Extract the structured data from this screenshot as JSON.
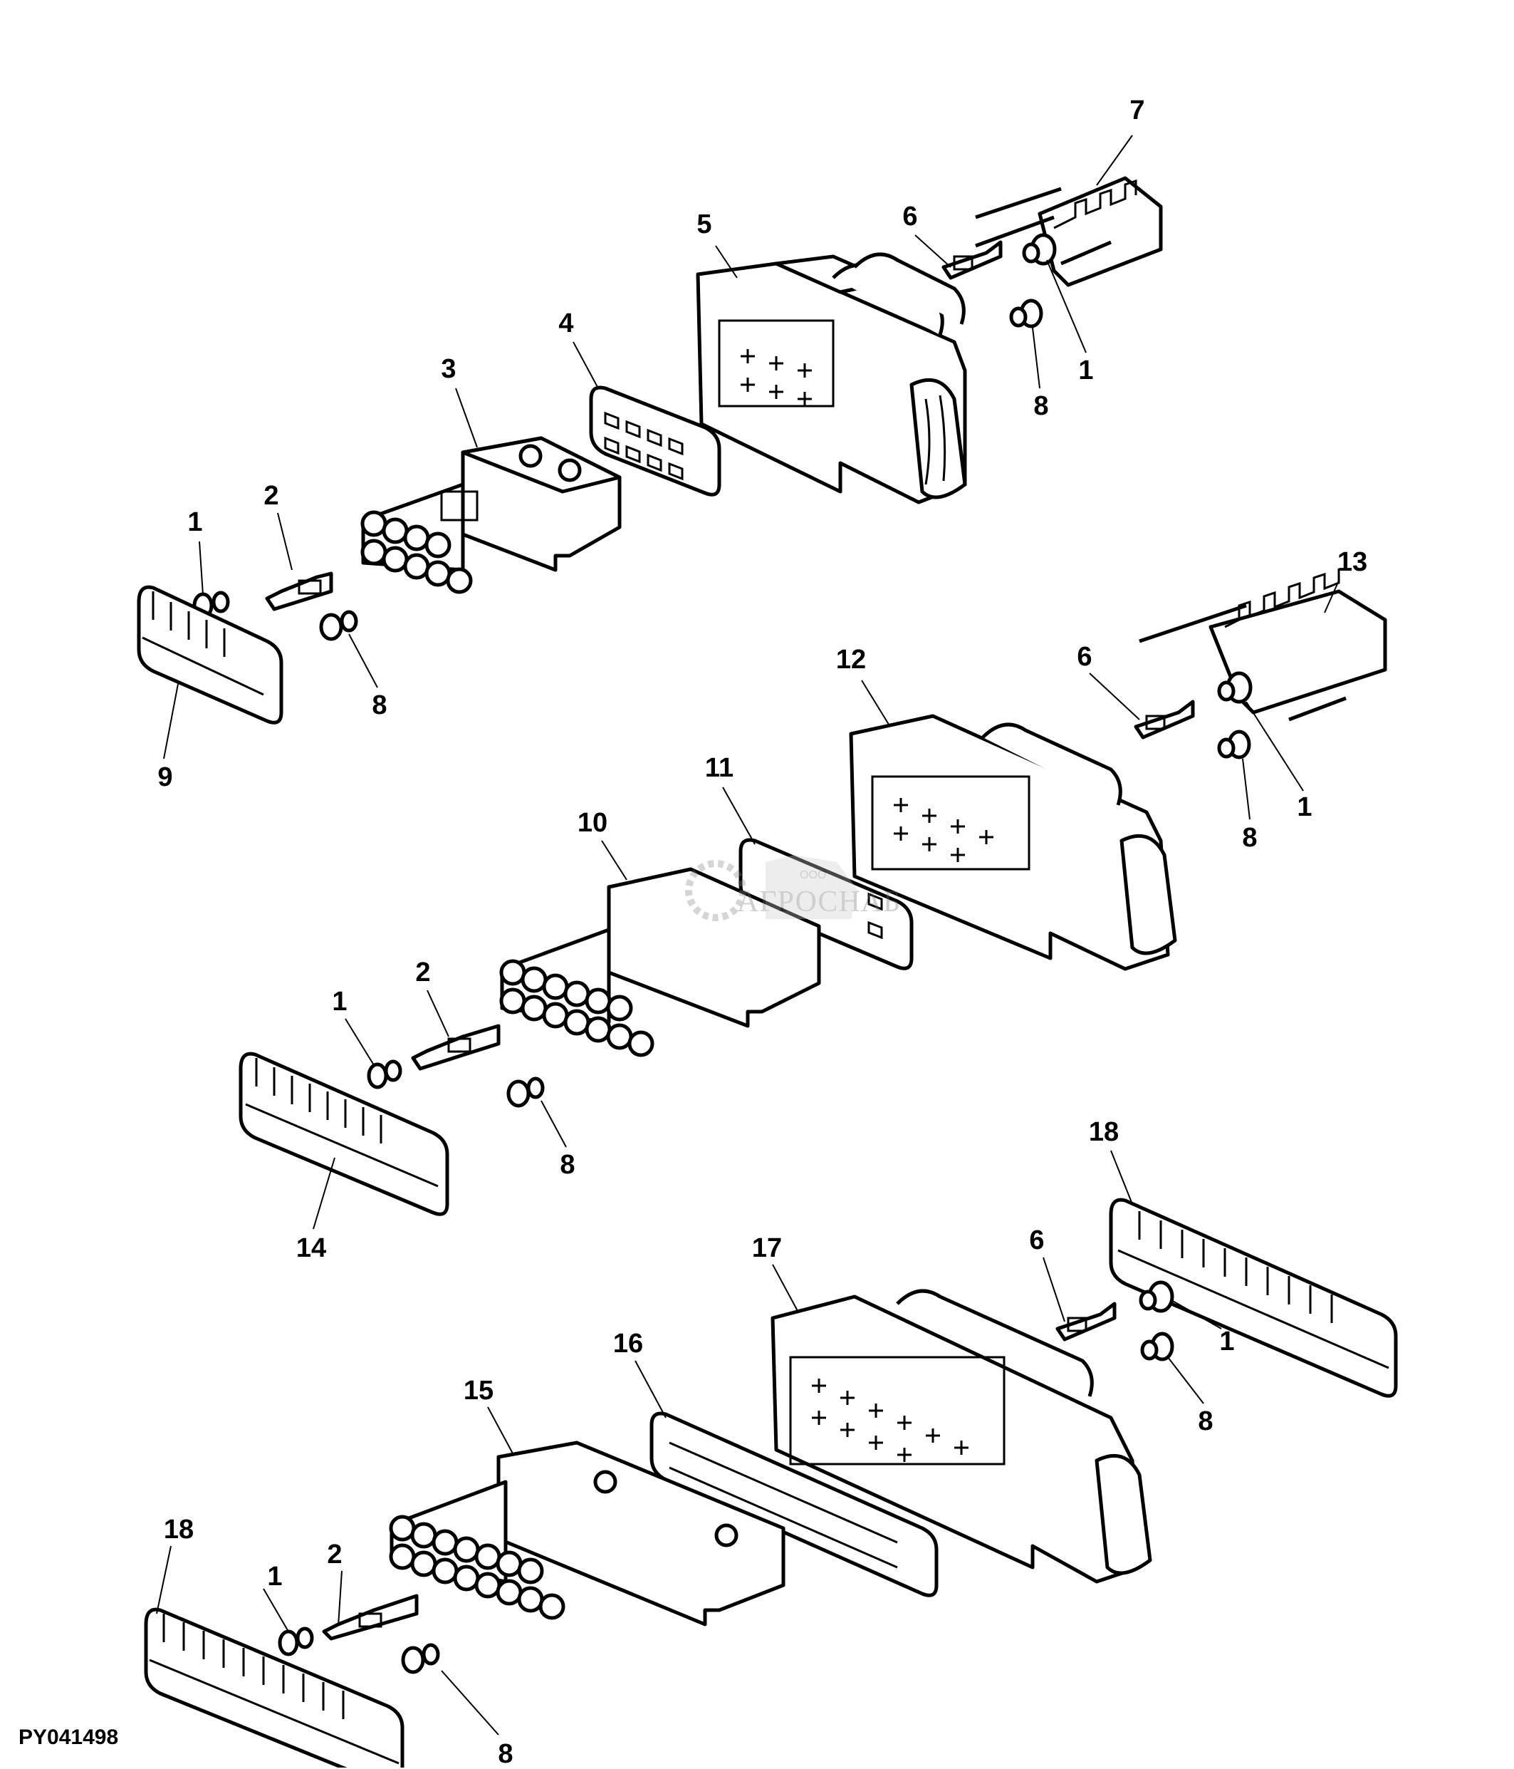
{
  "figure": {
    "id": "PY041498",
    "type": "exploded parts diagram",
    "subject": "electrical connectors with terminals, seals and retainers"
  },
  "watermark": {
    "prefix": "ООО",
    "name": "АГРОСНАБ"
  },
  "callouts": [
    {
      "group": "top",
      "number": "7",
      "part": "terminal retainer (small)"
    },
    {
      "group": "top",
      "number": "6",
      "part": "female terminal"
    },
    {
      "group": "top",
      "number": "5",
      "part": "connector housing (female)"
    },
    {
      "group": "top",
      "number": "1",
      "part": "wire seal"
    },
    {
      "group": "top",
      "number": "8",
      "part": "cavity plug"
    },
    {
      "group": "top",
      "number": "4",
      "part": "connector gasket"
    },
    {
      "group": "top",
      "number": "3",
      "part": "connector housing (male)"
    },
    {
      "group": "top",
      "number": "2",
      "part": "male terminal"
    },
    {
      "group": "top",
      "number": "1",
      "part": "wire seal"
    },
    {
      "group": "top",
      "number": "8",
      "part": "cavity plug"
    },
    {
      "group": "top",
      "number": "9",
      "part": "terminal retainer"
    },
    {
      "group": "middle",
      "number": "13",
      "part": "terminal retainer"
    },
    {
      "group": "middle",
      "number": "6",
      "part": "female terminal"
    },
    {
      "group": "middle",
      "number": "12",
      "part": "connector housing (female)"
    },
    {
      "group": "middle",
      "number": "1",
      "part": "wire seal"
    },
    {
      "group": "middle",
      "number": "8",
      "part": "cavity plug"
    },
    {
      "group": "middle",
      "number": "11",
      "part": "connector gasket"
    },
    {
      "group": "middle",
      "number": "10",
      "part": "connector housing (male)"
    },
    {
      "group": "middle",
      "number": "2",
      "part": "male terminal"
    },
    {
      "group": "middle",
      "number": "1",
      "part": "wire seal"
    },
    {
      "group": "middle",
      "number": "8",
      "part": "cavity plug"
    },
    {
      "group": "middle",
      "number": "14",
      "part": "terminal retainer"
    },
    {
      "group": "bottom",
      "number": "18",
      "part": "terminal retainer"
    },
    {
      "group": "bottom",
      "number": "6",
      "part": "female terminal"
    },
    {
      "group": "bottom",
      "number": "17",
      "part": "connector housing (female)"
    },
    {
      "group": "bottom",
      "number": "1",
      "part": "wire seal"
    },
    {
      "group": "bottom",
      "number": "8",
      "part": "cavity plug"
    },
    {
      "group": "bottom",
      "number": "16",
      "part": "connector gasket"
    },
    {
      "group": "bottom",
      "number": "15",
      "part": "connector housing (male)"
    },
    {
      "group": "bottom",
      "number": "18",
      "part": "terminal retainer"
    },
    {
      "group": "bottom",
      "number": "2",
      "part": "male terminal"
    },
    {
      "group": "bottom",
      "number": "1",
      "part": "wire seal"
    },
    {
      "group": "bottom",
      "number": "8",
      "part": "cavity plug"
    }
  ]
}
